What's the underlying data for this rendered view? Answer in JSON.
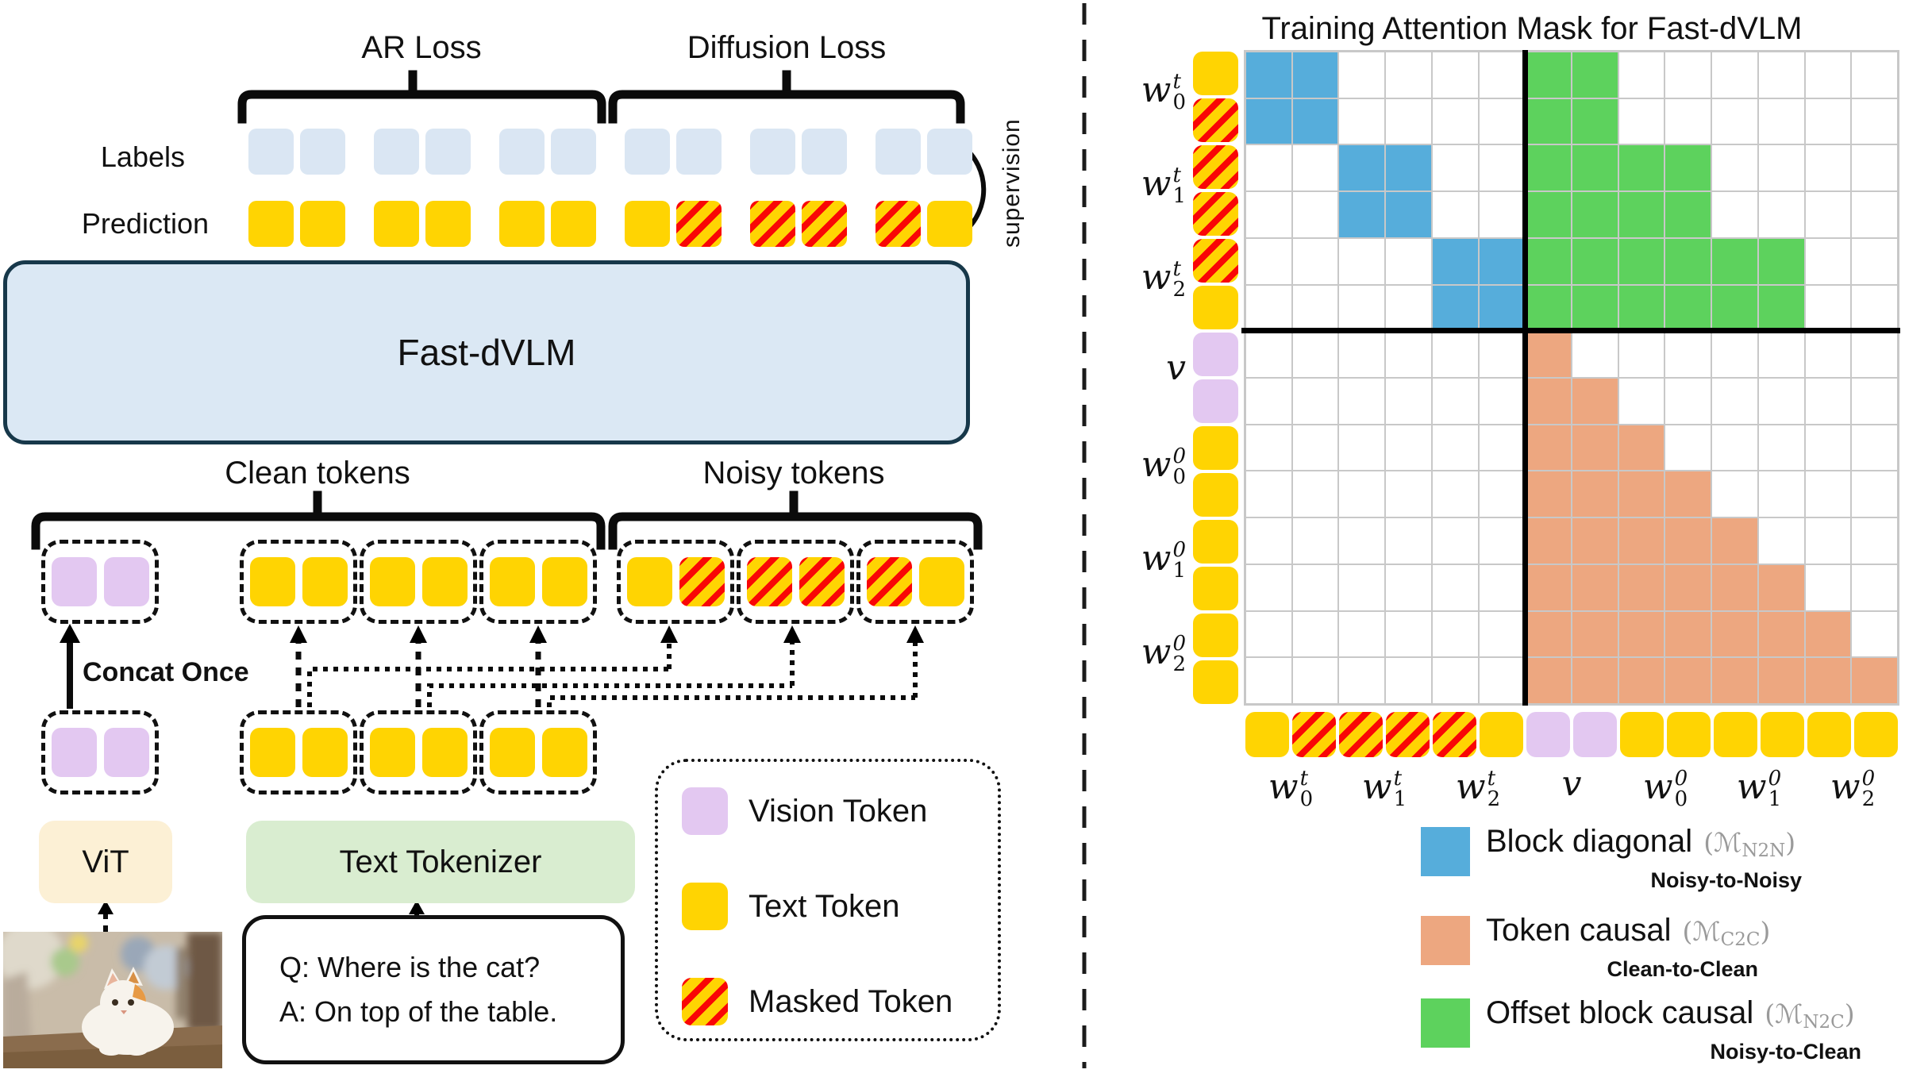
{
  "colors": {
    "token_yellow": "#FFD402",
    "token_masked_red": "#F90606",
    "token_purple": "#E3C8F1",
    "label_blue": "#DAE6F3",
    "mask_blue": "#56ADDB",
    "mask_green": "#5DD25D",
    "mask_orange": "#EDA780",
    "model_box_fill": "#DBE8F4",
    "model_box_border": "#17384A",
    "vit_fill": "#FCF0D5",
    "tokenizer_fill": "#D9EDD0",
    "grid_line": "#C8C8C8"
  },
  "left_panel": {
    "braces": {
      "ar": "AR Loss",
      "diffusion": "Diffusion Loss",
      "clean": "Clean tokens",
      "noisy": "Noisy tokens"
    },
    "labels_row": {
      "label": "Labels",
      "tokens": [
        "L",
        "L",
        "L",
        "L",
        "L",
        "L",
        "L",
        "L",
        "L",
        "L",
        "L",
        "L"
      ]
    },
    "prediction_row": {
      "label": "Prediction",
      "tokens": [
        "Y",
        "Y",
        "Y",
        "Y",
        "Y",
        "Y",
        "Y",
        "M",
        "M",
        "M",
        "M",
        "Y"
      ]
    },
    "supervision_label": "supervision",
    "model_label": "Fast-dVLM",
    "concat_label": "Concat Once",
    "clean_groups": [
      [
        "P",
        "P"
      ],
      [
        "Y",
        "Y"
      ],
      [
        "Y",
        "Y"
      ],
      [
        "Y",
        "Y"
      ]
    ],
    "noisy_groups": [
      [
        "Y",
        "M"
      ],
      [
        "M",
        "M"
      ],
      [
        "M",
        "Y"
      ]
    ],
    "source_groups": [
      [
        "P",
        "P"
      ],
      [
        "Y",
        "Y"
      ],
      [
        "Y",
        "Y"
      ],
      [
        "Y",
        "Y"
      ]
    ],
    "vit_label": "ViT",
    "tokenizer_label": "Text Tokenizer",
    "qa_line1": "Q: Where is the cat?",
    "qa_line2": "A: On top of the table.",
    "legend": [
      {
        "swatch": "P",
        "label": "Vision Token"
      },
      {
        "swatch": "Y",
        "label": "Text Token"
      },
      {
        "swatch": "M",
        "label": "Masked Token"
      }
    ]
  },
  "right_panel": {
    "title": "Training Attention Mask for Fast-dVLM",
    "axis_labels": [
      {
        "base": "w",
        "sup": "t",
        "sub": "0"
      },
      {
        "base": "w",
        "sup": "t",
        "sub": "1"
      },
      {
        "base": "w",
        "sup": "t",
        "sub": "2"
      },
      {
        "base": "v",
        "sup": "",
        "sub": ""
      },
      {
        "base": "w",
        "sup": "0",
        "sub": "0"
      },
      {
        "base": "w",
        "sup": "0",
        "sub": "1"
      },
      {
        "base": "w",
        "sup": "0",
        "sub": "2"
      }
    ],
    "side_tokens": [
      "Y",
      "M",
      "M",
      "M",
      "M",
      "Y",
      "P",
      "P",
      "Y",
      "Y",
      "Y",
      "Y",
      "Y",
      "Y"
    ],
    "bottom_tokens": [
      "Y",
      "M",
      "M",
      "M",
      "M",
      "Y",
      "P",
      "P",
      "Y",
      "Y",
      "Y",
      "Y",
      "Y",
      "Y"
    ],
    "legend": [
      {
        "color": "blue",
        "label": "Block diagonal",
        "math_open": "(ℳ",
        "math_sub": "N2N",
        "math_close": ")",
        "caption": "Noisy-to-Noisy"
      },
      {
        "color": "orange",
        "label": "Token causal",
        "math_open": "(ℳ",
        "math_sub": "C2C",
        "math_close": ")",
        "caption": "Clean-to-Clean"
      },
      {
        "color": "green",
        "label": "Offset block causal",
        "math_open": "(ℳ",
        "math_sub": "N2C",
        "math_close": ")",
        "caption": "Noisy-to-Clean"
      }
    ]
  },
  "chart_data": {
    "type": "heatmap",
    "title": "Training Attention Mask for Fast-dVLM",
    "x_blocks": [
      "w0^t",
      "w1^t",
      "w2^t",
      "v",
      "w0^0",
      "w1^0",
      "w2^0"
    ],
    "y_blocks": [
      "w0^t",
      "w1^t",
      "w2^t",
      "v",
      "w0^0",
      "w1^0",
      "w2^0"
    ],
    "cells_per_block": 2,
    "cell_legend": {
      ".": "empty",
      "B": "Block diagonal (M_N2N) Noisy-to-Noisy",
      "G": "Offset block causal (M_N2C) Noisy-to-Clean",
      "O": "Token causal (M_C2C) Clean-to-Clean"
    },
    "mask_rows": [
      "BB....GG......",
      "BB....GG......",
      "..BB..GGGG....",
      "..BB..GGGG....",
      "....BBGGGGGG..",
      "....BBGGGGGG..",
      "......O.......",
      "......OO......",
      "......OOO.....",
      "......OOOO....",
      "......OOOOO...",
      "......OOOOOO..",
      "......OOOOOOO.",
      "......OOOOOOOO"
    ]
  }
}
